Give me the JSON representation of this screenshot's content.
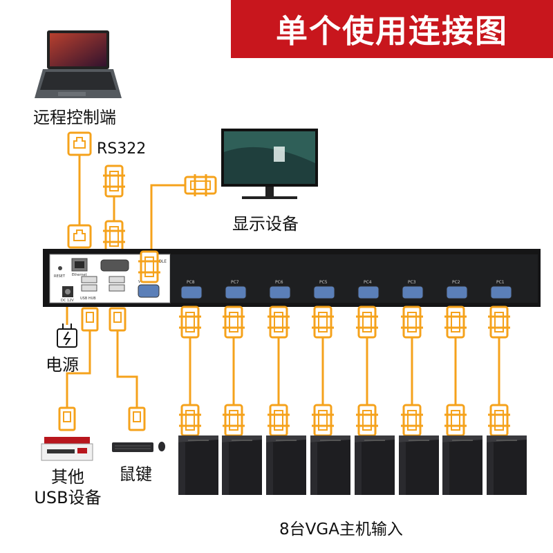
{
  "title": "单个使用连接图",
  "labels": {
    "remote": "远程控制端",
    "rs": "RS322",
    "monitor": "显示设备",
    "power": "电源",
    "keyboard_mouse": "鼠键",
    "usb_line1": "其他",
    "usb_line2": "USB设备",
    "hosts": "8台VGA主机输入"
  },
  "kvm": {
    "reset": "RESET",
    "ethernet": "Ethernet",
    "usb_hub": "USB HUB",
    "dc": "DC 12V",
    "console": "CONSOLE",
    "vga_out": "VGA OUT",
    "ports": [
      "PC8",
      "PC7",
      "PC6",
      "PC5",
      "PC4",
      "PC3",
      "PC2",
      "PC1"
    ]
  },
  "colors": {
    "banner": "#c8161d",
    "cable": "#f5a21b",
    "device": "#1b1b1d"
  }
}
